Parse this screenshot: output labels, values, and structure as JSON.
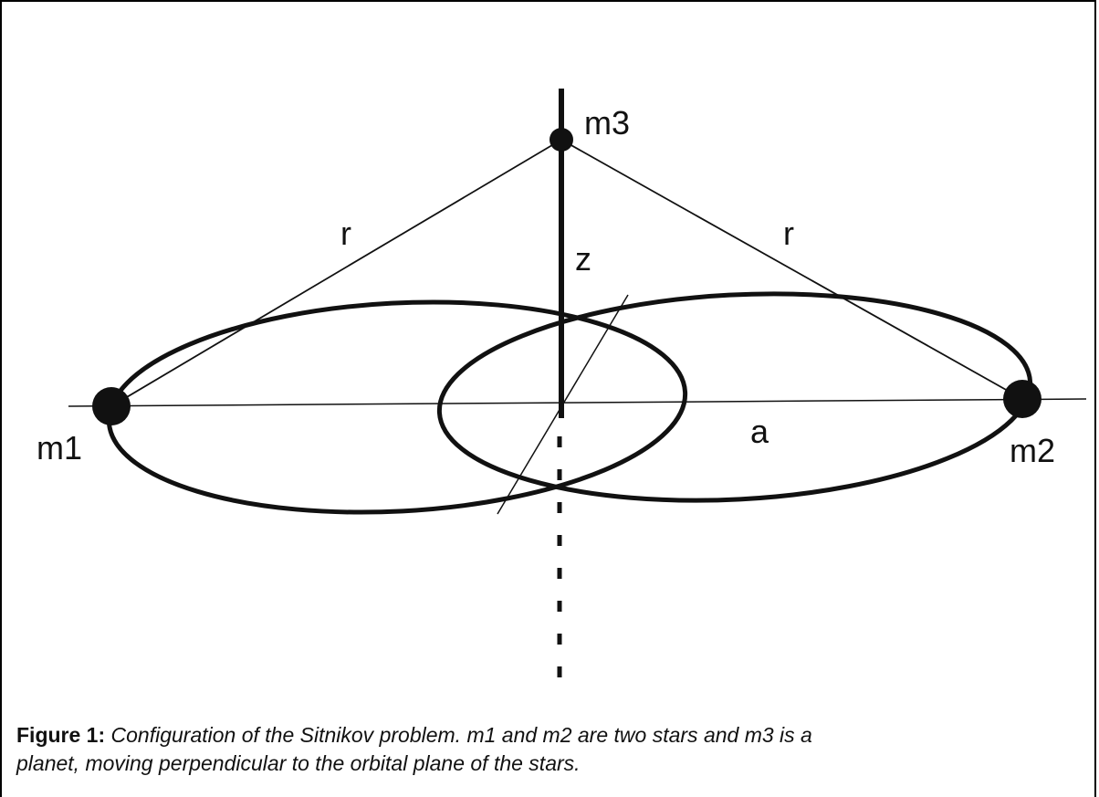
{
  "figure": {
    "labels": {
      "m1": "m1",
      "m2": "m2",
      "m3": "m3",
      "r_left": "r",
      "r_right": "r",
      "z": "z",
      "a": "a"
    },
    "caption": {
      "prefix": "Figure 1:",
      "text_line1": "Configuration of the Sitnikov problem. m1 and m2 are two stars and m3 is a",
      "text_line2": "planet, moving perpendicular to the orbital plane of the stars."
    }
  }
}
